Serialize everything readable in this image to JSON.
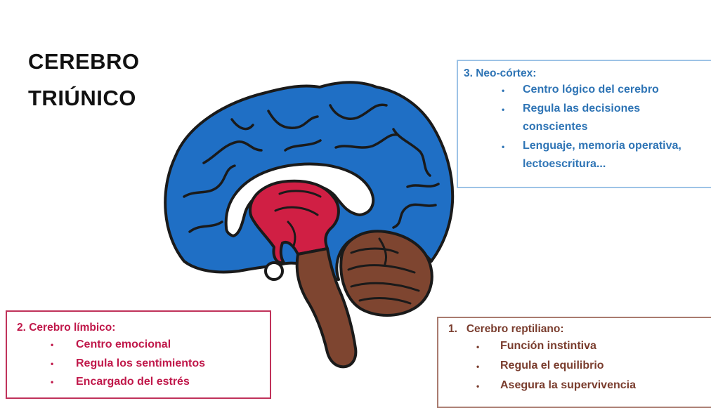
{
  "title": {
    "line1": "CEREBRO",
    "line2": "TRIÚNICO"
  },
  "colors": {
    "neocortex": "#1f6fc5",
    "limbic": "#d01f44",
    "reptilian": "#7e4530",
    "outline": "#1a1a1a"
  },
  "boxes": {
    "neocortex": {
      "title": "3. Neo-córtex:",
      "bullet": "•",
      "items": [
        "Centro lógico del cerebro",
        "Regula las decisiones",
        "conscientes",
        "Lenguaje, memoria operativa,",
        "lectoescritura..."
      ]
    },
    "limbic": {
      "title": "2. Cerebro límbico:",
      "bullet": "•",
      "items": [
        "Centro emocional",
        "Regula los sentimientos",
        "Encargado del estrés"
      ]
    },
    "reptilian": {
      "title": "1.   Cerebro reptiliano:",
      "bullet": "•",
      "items": [
        "Función instintiva",
        "Regula el equilibrio",
        "Asegura la supervivencia"
      ]
    }
  }
}
